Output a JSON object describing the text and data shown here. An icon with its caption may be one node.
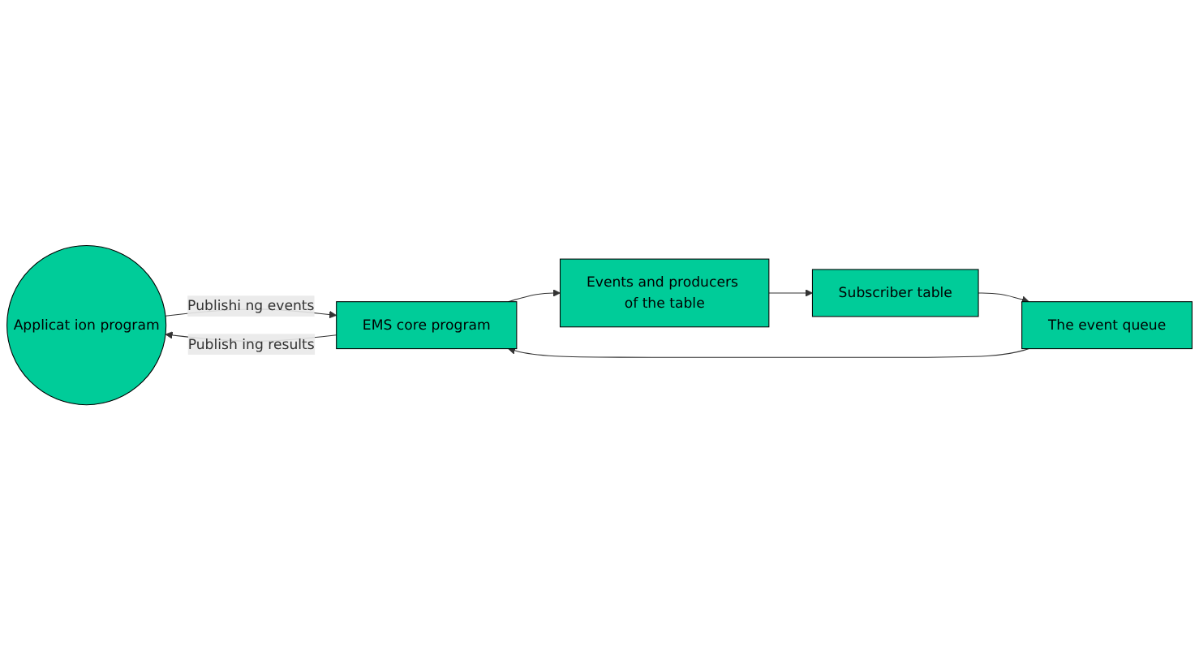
{
  "diagram": {
    "nodes": [
      {
        "text": [
          "Applicat ion program"
        ]
      },
      {
        "text": [
          "EMS core program"
        ]
      },
      {
        "text": [
          "Events and producers of the table"
        ]
      },
      {
        "text": [
          "Subscriber table"
        ]
      },
      {
        "text": [
          "The event queue"
        ]
      }
    ],
    "edges": [
      {
        "from": 0,
        "to": 1,
        "arrow": "to",
        "label": "Publishi ng events"
      },
      {
        "from": 1,
        "to": 2,
        "arrow": "to"
      },
      {
        "from": 2,
        "to": 3,
        "arrow": "to"
      },
      {
        "from": 3,
        "to": 4,
        "arrow": "to"
      },
      {
        "from": 4,
        "to": 1,
        "arrow": "to"
      },
      {
        "from": 1,
        "to": 0,
        "arrow": "to",
        "label": "Publish ing results"
      }
    ]
  }
}
